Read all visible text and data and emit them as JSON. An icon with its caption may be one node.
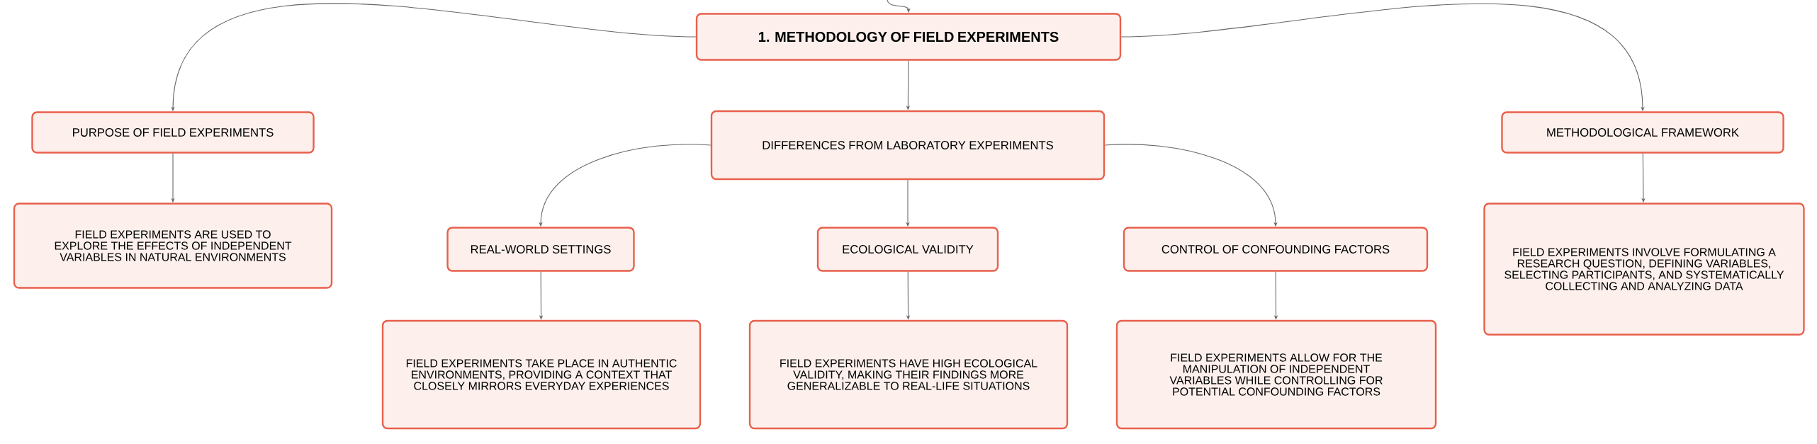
{
  "diagram": {
    "nodes": [
      {
        "text": [
          "1. METHODOLOGY OF FIELD EXPERIMENTS"
        ]
      },
      {
        "text": [
          "PURPOSE OF FIELD EXPERIMENTS"
        ]
      },
      {
        "text": [
          "FIELD EXPERIMENTS ARE USED TO EXPLORE THE EFFECTS OF INDEPENDENT VARIABLES IN NATURAL ENVIRONMENTS"
        ]
      },
      {
        "text": [
          "DIFFERENCES FROM LABORATORY EXPERIMENTS"
        ]
      },
      {
        "text": [
          "REAL-WORLD SETTINGS"
        ]
      },
      {
        "text": [
          "FIELD EXPERIMENTS TAKE PLACE IN AUTHENTIC ENVIRONMENTS, PROVIDING A CONTEXT THAT CLOSELY MIRRORS EVERYDAY EXPERIENCES"
        ]
      },
      {
        "text": [
          "ECOLOGICAL VALIDITY"
        ]
      },
      {
        "text": [
          "FIELD EXPERIMENTS HAVE HIGH ECOLOGICAL VALIDITY, MAKING THEIR FINDINGS MORE GENERALIZABLE TO REAL-LIFE SITUATIONS"
        ]
      },
      {
        "text": [
          "CONTROL OF CONFOUNDING FACTORS"
        ]
      },
      {
        "text": [
          "FIELD EXPERIMENTS ALLOW FOR THE MANIPULATION OF INDEPENDENT VARIABLES WHILE CONTROLLING FOR POTENTIAL CONFOUNDING FACTORS"
        ]
      },
      {
        "text": [
          "METHODOLOGICAL FRAMEWORK"
        ]
      },
      {
        "text": [
          "FIELD EXPERIMENTS INVOLVE FORMULATING A RESEARCH QUESTION, DEFINING VARIABLES, SELECTING PARTICIPANTS, AND SYSTEMATICALLY COLLECTING AND ANALYZING DATA"
        ]
      }
    ],
    "edges": [
      {
        "from": null,
        "to": 0,
        "arrow": "to"
      },
      {
        "from": 0,
        "to": 1,
        "arrow": "to"
      },
      {
        "from": 0,
        "to": 3,
        "arrow": "to"
      },
      {
        "from": 0,
        "to": 10,
        "arrow": "to"
      },
      {
        "from": 1,
        "to": 2,
        "arrow": "to"
      },
      {
        "from": 3,
        "to": 4,
        "arrow": "to"
      },
      {
        "from": 3,
        "to": 6,
        "arrow": "to"
      },
      {
        "from": 3,
        "to": 8,
        "arrow": "to"
      },
      {
        "from": 4,
        "to": 5,
        "arrow": "to"
      },
      {
        "from": 6,
        "to": 7,
        "arrow": "to"
      },
      {
        "from": 8,
        "to": 9,
        "arrow": "to"
      },
      {
        "from": 10,
        "to": 11,
        "arrow": "to"
      }
    ]
  }
}
